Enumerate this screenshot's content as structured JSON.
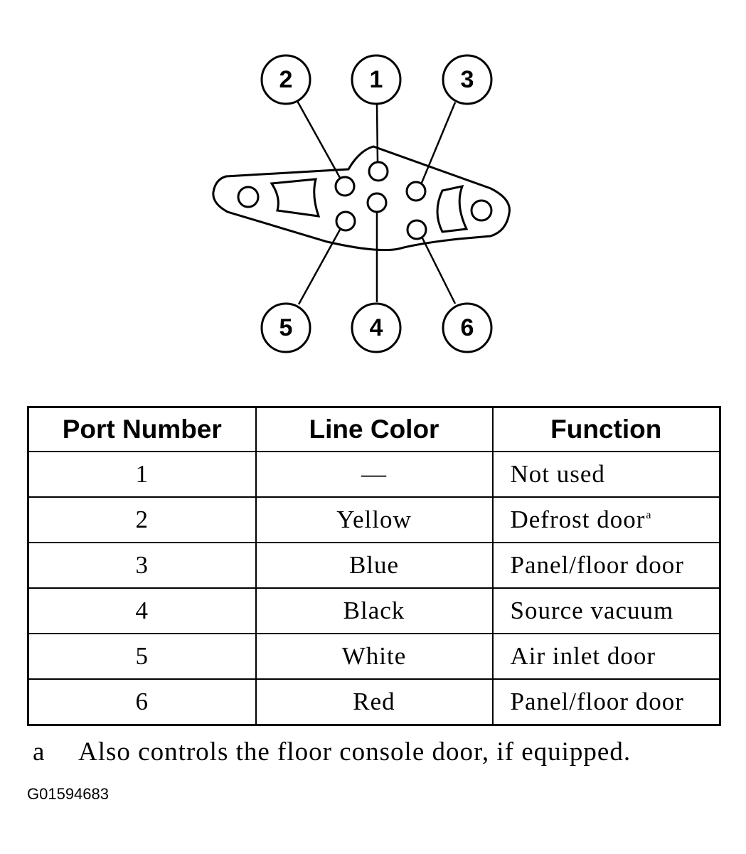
{
  "diagram": {
    "ports": [
      {
        "label": "1"
      },
      {
        "label": "2"
      },
      {
        "label": "3"
      },
      {
        "label": "4"
      },
      {
        "label": "5"
      },
      {
        "label": "6"
      }
    ]
  },
  "table": {
    "headers": [
      "Port Number",
      "Line Color",
      "Function"
    ],
    "rows": [
      {
        "port": "1",
        "color": "—",
        "function": "Not used",
        "note": ""
      },
      {
        "port": "2",
        "color": "Yellow",
        "function": "Defrost door",
        "note": "a"
      },
      {
        "port": "3",
        "color": "Blue",
        "function": "Panel/floor door",
        "note": ""
      },
      {
        "port": "4",
        "color": "Black",
        "function": "Source vacuum",
        "note": ""
      },
      {
        "port": "5",
        "color": "White",
        "function": "Air inlet door",
        "note": ""
      },
      {
        "port": "6",
        "color": "Red",
        "function": "Panel/floor door",
        "note": ""
      }
    ]
  },
  "footnote": {
    "mark": "a",
    "text": "Also controls the floor console door, if equipped."
  },
  "figure_id": "G01594683"
}
